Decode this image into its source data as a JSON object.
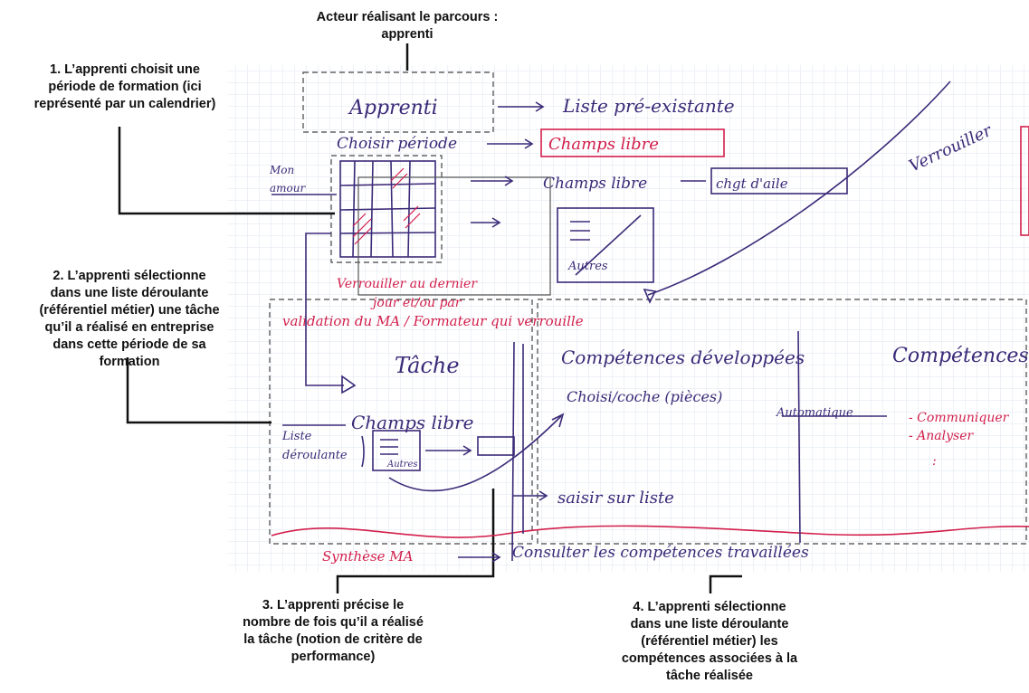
{
  "annotations": {
    "actor": "Acteur réalisant le parcours :\napprenti",
    "step1": "1.  L’apprenti choisit une\npériode de formation (ici\nreprésenté par un calendrier)",
    "step2": "2.  L’apprenti sélectionne\ndans une liste déroulante\n(référentiel métier) une tâche\nqu’il a réalisé en entreprise\ndans cette période de sa\nformation",
    "step3": "3.  L’apprenti précise le\nnombre de fois qu’il a réalisé\nla tâche (notion de critère de\nperformance)",
    "step4": "4.  L’apprenti sélectionne\ndans une liste déroulante\n(référentiel métier) les\ncompétences associées à la\ntâche réalisée"
  },
  "sketch": {
    "apprenti": "Apprenti",
    "liste_pre_existante": "Liste pré-existante",
    "choisir_periode": "Choisir période",
    "champs_libre_box": "Champs libre",
    "mon_amour": "Mon\namour",
    "champs_libre_2": "Champs libre",
    "chgt_d_aile": "chgt d'aile",
    "autres_1": "Autres",
    "verrouiller": "Verrouiller",
    "verrouille_line1": "Verrouiller au dernier",
    "verrouille_line2": "jour et/ou par",
    "validation_line": "validation du MA / Formateur qui verrouille",
    "tache": "Tâche",
    "champs_libre_3": "Champs libre",
    "liste_deroulante": "Liste\ndéroulante",
    "autres_2": "Autres",
    "competences_developpees": "Compétences développées",
    "choisi_coche": "Choisi/coche (pièces)",
    "competences": "Compétences",
    "automatique": "Automatique",
    "communiquer": "- Communiquer",
    "analyser": "- Analyser",
    "dots": ":",
    "saisir_sur_liste": "saisir sur liste",
    "synthese_ma": "Synthèse MA",
    "consulter": "Consulter les compétences travaillées"
  },
  "colors": {
    "ink": "#3b2a78",
    "red": "#d21f4c",
    "grid": "#dce6ef",
    "annot": "#111111"
  }
}
